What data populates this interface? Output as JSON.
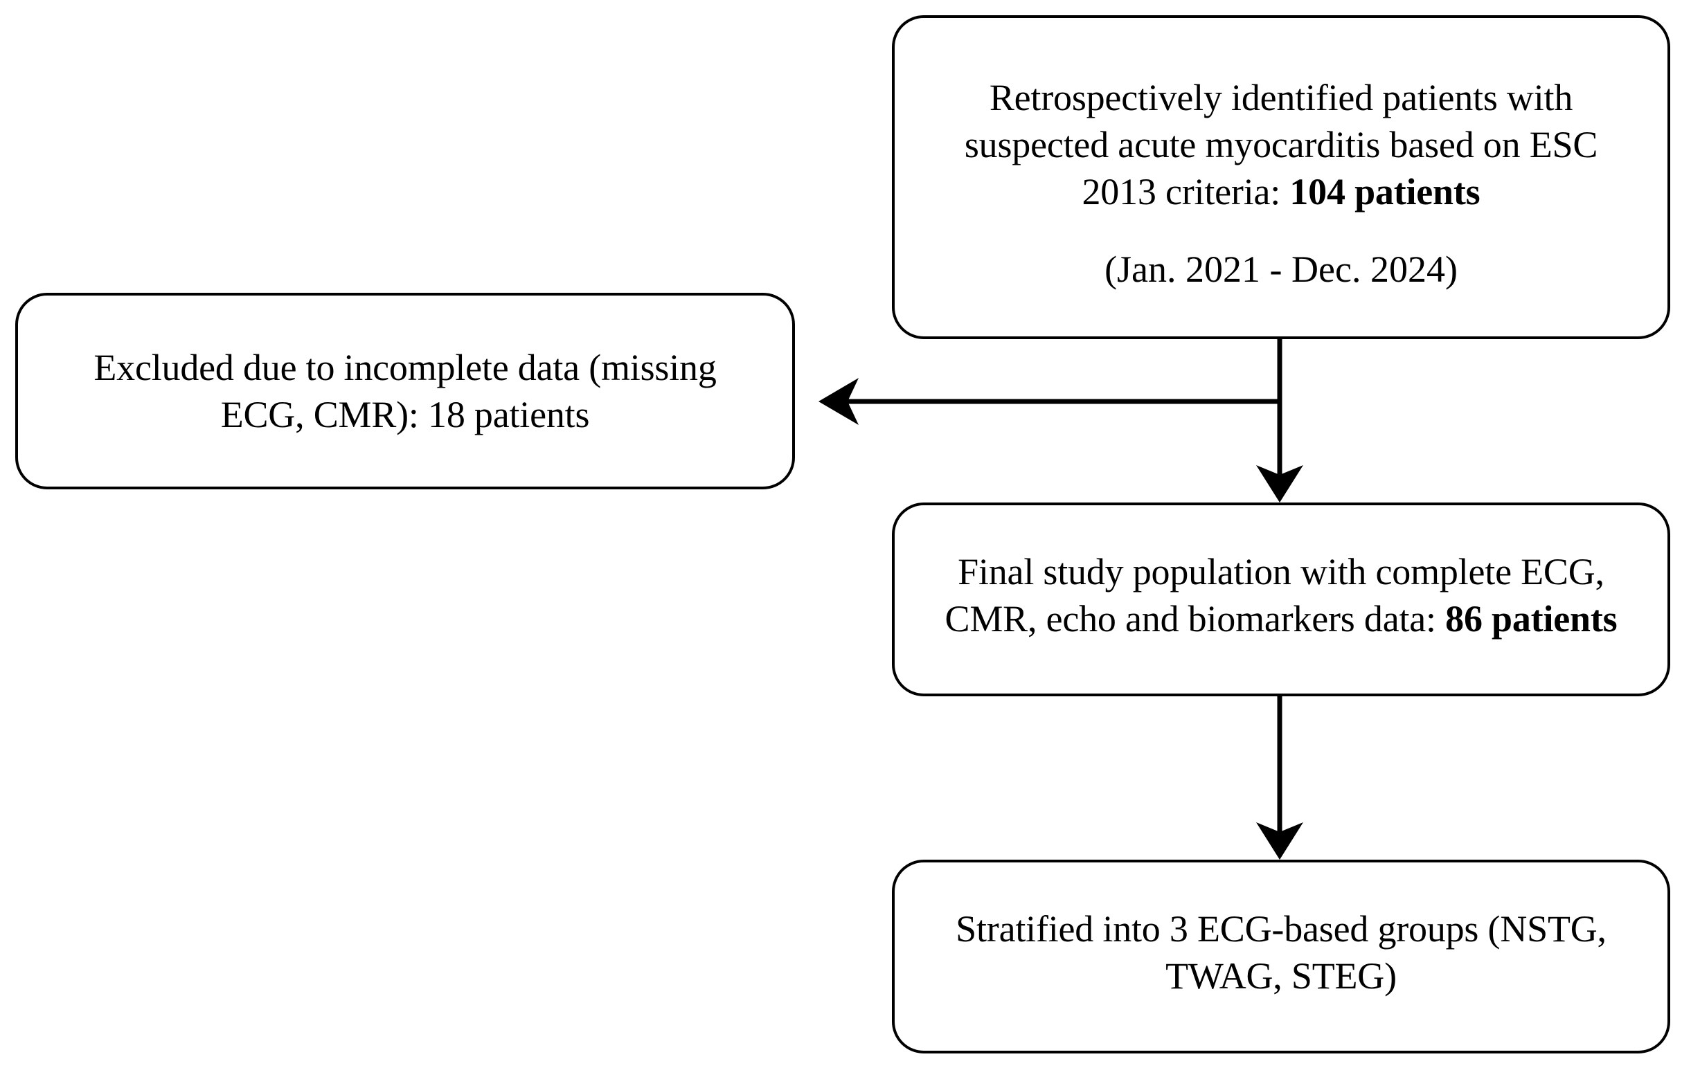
{
  "diagram": {
    "type": "flowchart",
    "orientation": "vertical",
    "background_color": "#ffffff",
    "line_color": "#000000",
    "boxes": [
      {
        "id": "screened",
        "name": "screened-cohort-box",
        "line1": "Retrospectively identified patients  with",
        "line2": "suspected  acute myocarditis based on ESC",
        "line3_prefix": "2013 criteria: ",
        "line3_bold": "104 patients",
        "subtext": "(Jan. 2021 - Dec. 2024)"
      },
      {
        "id": "excluded",
        "name": "excluded-box",
        "line1": "Excluded due to incomplete data (missing",
        "line2": "ECG, CMR): 18 patients"
      },
      {
        "id": "final",
        "name": "final-population-box",
        "line1": "Final study population with complete ECG,",
        "line2_prefix": "CMR, echo and biomarkers data: ",
        "line2_bold": "86 patients"
      },
      {
        "id": "stratified",
        "name": "stratified-groups-box",
        "line1": "Stratified into 3 ECG-based groups (NSTG,",
        "line2": "TWAG, STEG)"
      }
    ],
    "connectors": [
      {
        "name": "screened-to-final-arrow",
        "direction": "down",
        "from": "screened",
        "to": "final"
      },
      {
        "name": "screened-to-excluded-arrow",
        "direction": "left",
        "from": "screened",
        "to": "excluded"
      },
      {
        "name": "final-to-stratified-arrow",
        "direction": "down",
        "from": "final",
        "to": "stratified"
      }
    ]
  }
}
